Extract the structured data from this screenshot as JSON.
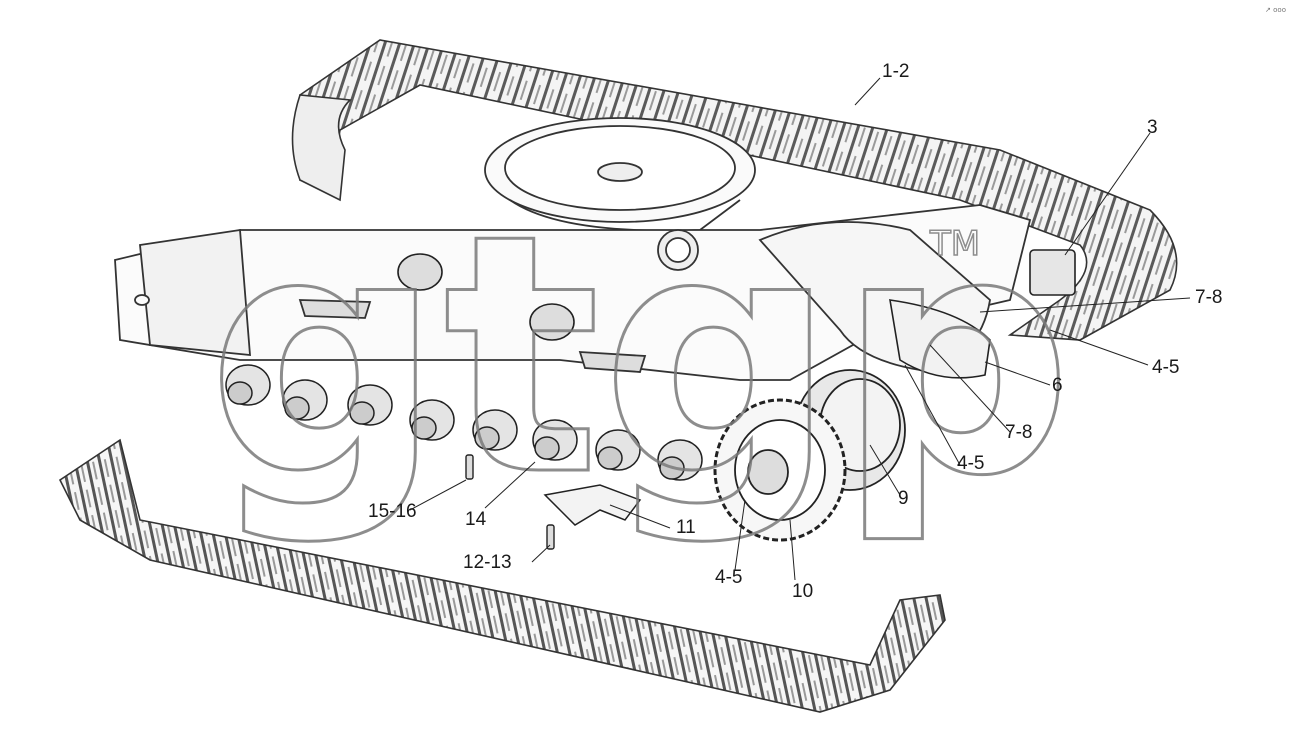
{
  "diagram": {
    "callouts": [
      "1-2",
      "3",
      "7-8",
      "4-5",
      "6",
      "7-8",
      "4-5",
      "9",
      "11",
      "10",
      "4-5",
      "15-16",
      "14",
      "12-13"
    ],
    "watermark": "gtgp",
    "watermark_mark": "TM",
    "corner_mark": "↗ ooo"
  }
}
